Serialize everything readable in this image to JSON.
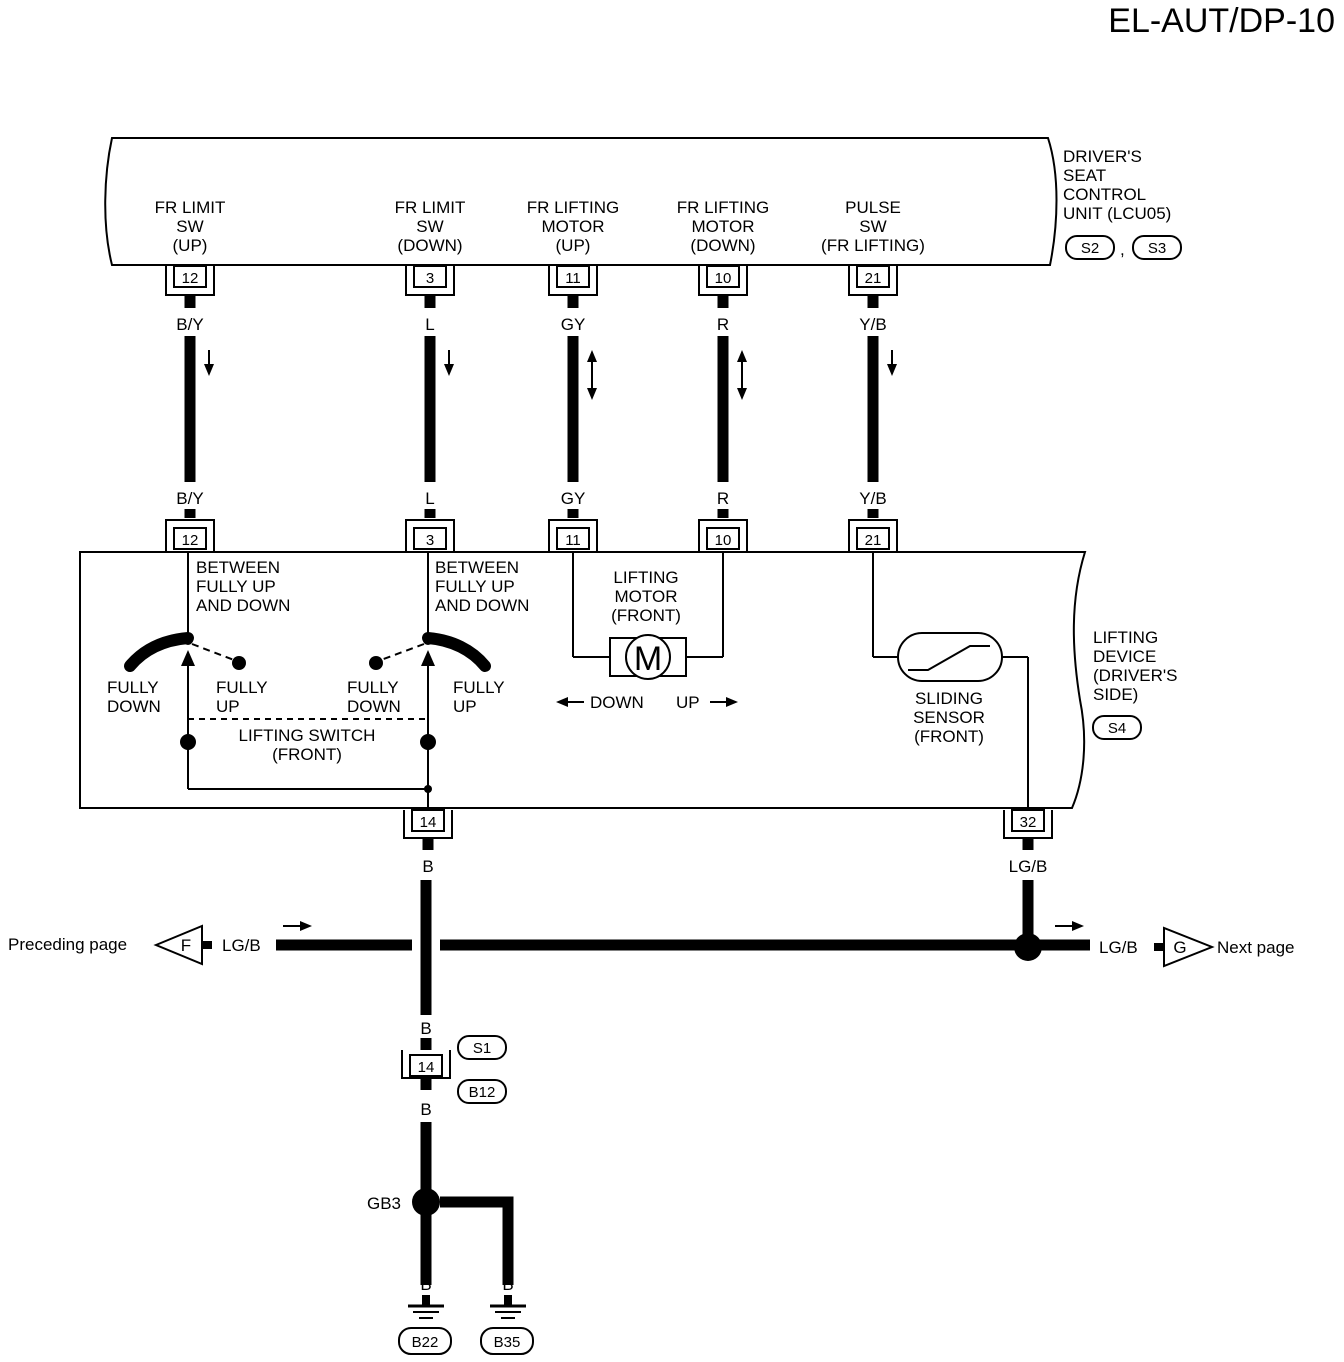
{
  "page_title": "EL-AUT/DP-10",
  "control_unit": {
    "label_lines": [
      "DRIVER'S",
      "SEAT",
      "CONTROL",
      "UNIT (LCU05)"
    ],
    "connectors": [
      "S2",
      "S3"
    ],
    "separator": ","
  },
  "lifting_device": {
    "label_lines": [
      "LIFTING",
      "DEVICE",
      "(DRIVER'S",
      "SIDE)"
    ],
    "connector": "S4"
  },
  "terminals": [
    {
      "label_lines": [
        "FR LIMIT",
        "SW",
        "(UP)"
      ],
      "pin": "12",
      "wire": "B/Y",
      "lower_pin": "12",
      "lower_wire": "B/Y"
    },
    {
      "label_lines": [
        "FR LIMIT",
        "SW",
        "(DOWN)"
      ],
      "pin": "3",
      "wire": "L",
      "lower_pin": "3",
      "lower_wire": "L"
    },
    {
      "label_lines": [
        "FR LIFTING",
        "MOTOR",
        "(UP)"
      ],
      "pin": "11",
      "wire": "GY",
      "lower_pin": "11",
      "lower_wire": "GY"
    },
    {
      "label_lines": [
        "FR LIFTING",
        "MOTOR",
        "(DOWN)"
      ],
      "pin": "10",
      "wire": "R",
      "lower_pin": "10",
      "lower_wire": "R"
    },
    {
      "label_lines": [
        "PULSE",
        "SW",
        "(FR LIFTING)"
      ],
      "pin": "21",
      "wire": "Y/B",
      "lower_pin": "21",
      "lower_wire": "Y/B"
    }
  ],
  "switch": {
    "left_label_lines": [
      "BETWEEN",
      "FULLY UP",
      "AND DOWN"
    ],
    "right_label_lines": [
      "BETWEEN",
      "FULLY UP",
      "AND DOWN"
    ],
    "left_fully_down": [
      "FULLY",
      "DOWN"
    ],
    "left_fully_up": [
      "FULLY",
      "UP"
    ],
    "right_fully_down": [
      "FULLY",
      "DOWN"
    ],
    "right_fully_up": [
      "FULLY",
      "UP"
    ],
    "name_lines": [
      "LIFTING SWITCH",
      "(FRONT)"
    ]
  },
  "motor": {
    "label_lines": [
      "LIFTING",
      "MOTOR",
      "(FRONT)"
    ],
    "symbol": "M",
    "down_label": "DOWN",
    "up_label": "UP"
  },
  "sensor": {
    "label_lines": [
      "SLIDING",
      "SENSOR",
      "(FRONT)"
    ]
  },
  "ground_output": {
    "pin": "14",
    "wire": "B"
  },
  "sensor_output": {
    "pin": "32",
    "wire": "LG/B"
  },
  "bus": {
    "preceding_text": "Preceding page",
    "preceding_ref": "F",
    "left_wire": "LG/B",
    "right_wire": "LG/B",
    "next_ref": "G",
    "next_text": "Next page"
  },
  "ground_path": {
    "wire_upper": "B",
    "connector_pin": "14",
    "connector_ids": [
      "S1",
      "B12"
    ],
    "wire_lower": "B",
    "splice": "GB3",
    "ground_wires": [
      "B",
      "B"
    ],
    "grounds": [
      "B22",
      "B35"
    ]
  }
}
